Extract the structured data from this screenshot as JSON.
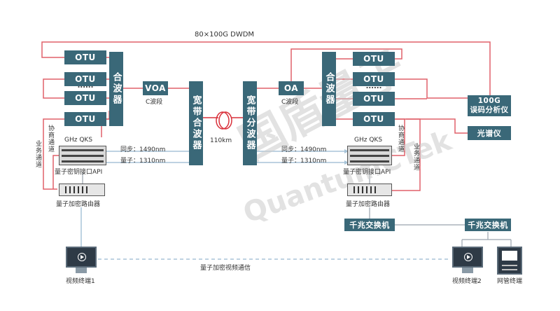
{
  "top_title": "80×100G DWDM",
  "left": {
    "otu_labels": [
      "OTU",
      "OTU",
      "OTU",
      "OTU"
    ],
    "dots": "......",
    "mux": "合波器",
    "voa": "VOA",
    "voa_band": "C波段",
    "coord_channel": "协商通道",
    "service_channel": "业务通道",
    "qks_label": "GHz QKS",
    "api_label": "量子密钥接口API",
    "router_label": "量子加密路由器",
    "terminal1": "视频终端1"
  },
  "center": {
    "broadband_mux": "宽带合波器",
    "fiber_length": "110km",
    "broadband_demux": "宽带分波器",
    "sync_label_left": "同步：1490nm",
    "quantum_label_left": "量子：1310nm",
    "sync_label_right": "同步：1490nm",
    "quantum_label_right": "量子：1310nm",
    "video_link": "量子加密视频通信"
  },
  "right": {
    "otu_labels": [
      "OTU",
      "OTU",
      "OTU",
      "OTU"
    ],
    "dots": "......",
    "mux": "合波器",
    "oa": "OA",
    "oa_band": "C波段",
    "analyzer_100g": "100G\n误码分析仪",
    "spectrum": "光谱仪",
    "coord_channel": "协商通道",
    "service_channel": "业务通道",
    "qks_label": "GHz QKS",
    "api_label": "量子密钥接口API",
    "router_label": "量子加密路由器",
    "switch1": "千兆交换机",
    "switch2": "千兆交换机",
    "terminal2": "视频终端2",
    "mgmt_terminal": "网管终端"
  },
  "watermark": {
    "cn": "国盾量子",
    "en": "QuantumCTek"
  },
  "colors": {
    "box_fill": "#3a6878",
    "red_line": "#e0606a",
    "fiber_red": "#d9303a",
    "blue_line": "#a8c4d8",
    "gray_line": "#9aa4ad"
  }
}
